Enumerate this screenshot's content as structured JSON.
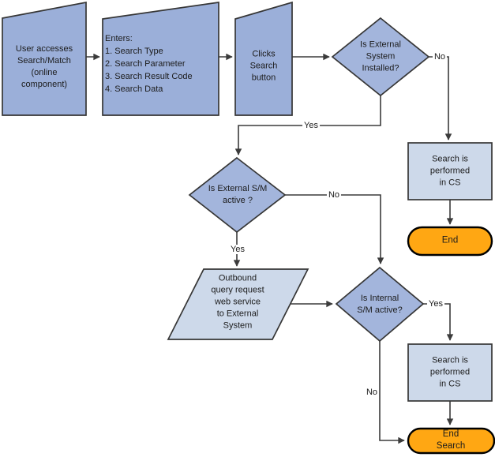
{
  "diagram": {
    "colors": {
      "process_fill": "#9bafd9",
      "decision_fill": "#a3b5dc",
      "io_fill": "#cdd9ea",
      "terminator_fill": "#ffa713",
      "line": "#3b3b3b"
    },
    "nodes": {
      "user_access": {
        "type": "process",
        "text": "User accesses\nSearch/Match\n(online\ncomponent)"
      },
      "enters": {
        "type": "process",
        "text": "Enters:\n1. Search Type\n2. Search Parameter\n3. Search Result Code\n4. Search Data"
      },
      "clicks_search": {
        "type": "process",
        "text": "Clicks\nSearch\nbutton"
      },
      "is_external_installed": {
        "type": "decision",
        "text": "Is External\nSystem\nInstalled?"
      },
      "is_external_active": {
        "type": "decision",
        "text": "Is External S/M\nactive ?"
      },
      "is_internal_active": {
        "type": "decision",
        "text": "Is Internal\nS/M active?"
      },
      "search_cs_top": {
        "type": "process",
        "text": "Search is\nperformed in CS"
      },
      "search_cs_bottom": {
        "type": "process",
        "text": "Search is\nperformed in CS"
      },
      "outbound_query": {
        "type": "io",
        "text": "Outbound\nquery request\nweb service\nto External\nSystem"
      },
      "end_top": {
        "type": "terminator",
        "text": "End"
      },
      "end_bottom": {
        "type": "terminator",
        "text": "End Search"
      }
    },
    "edge_labels": {
      "external_installed_no": "No",
      "external_installed_yes": "Yes",
      "external_active_no": "No",
      "external_active_yes": "Yes",
      "internal_active_yes": "Yes",
      "internal_active_no": "No"
    }
  }
}
